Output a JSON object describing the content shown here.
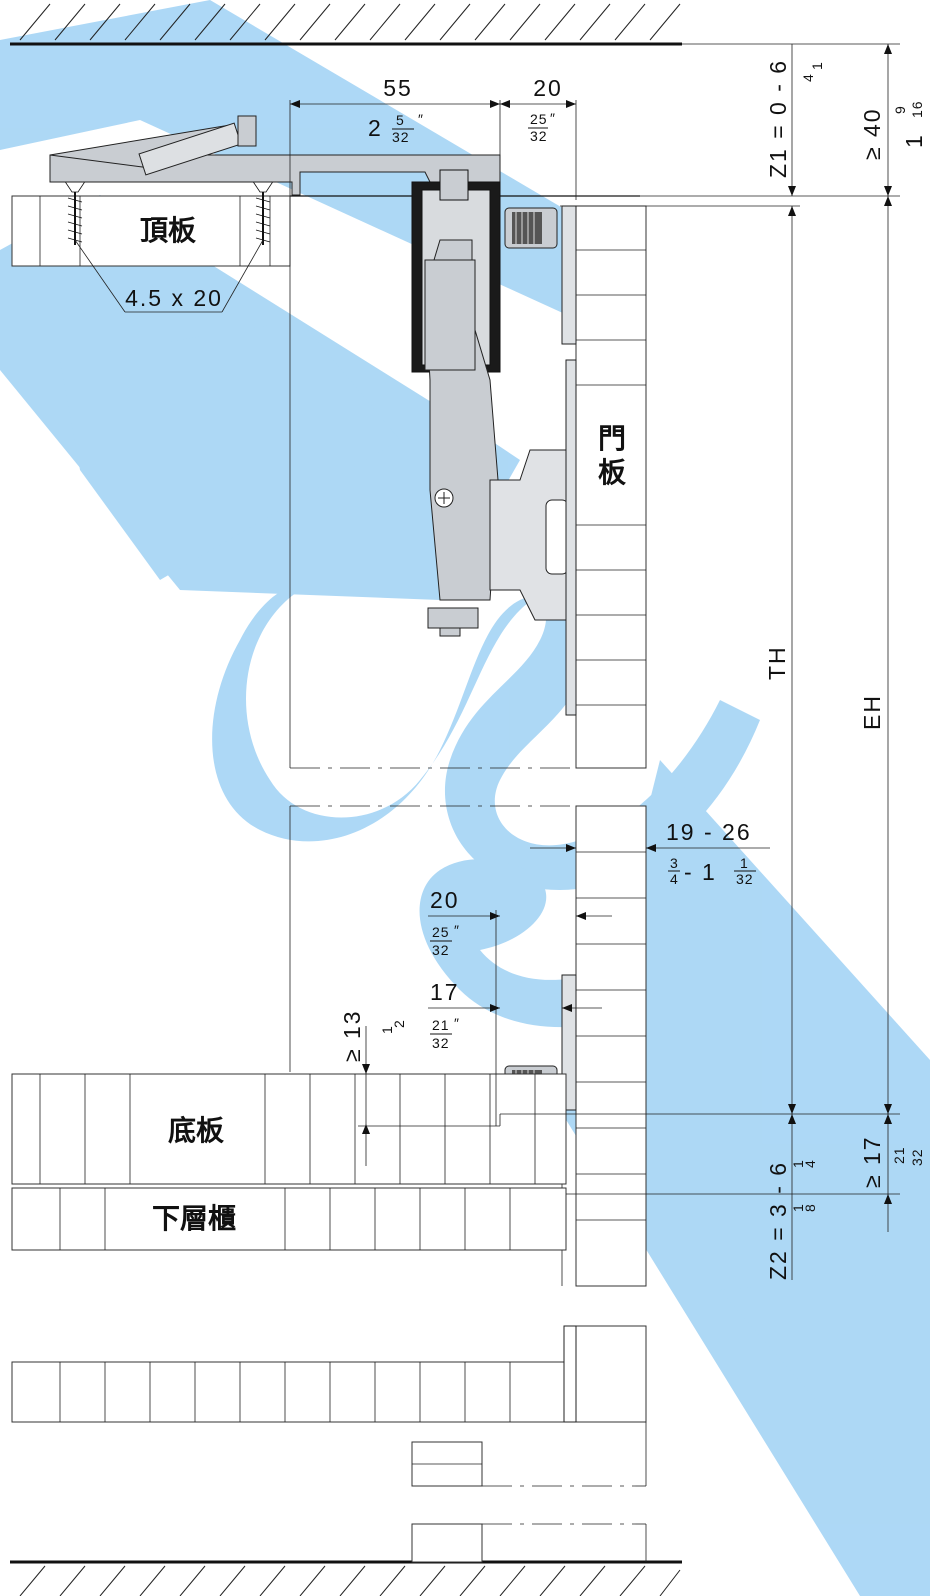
{
  "labels": {
    "top_panel": "頂板",
    "door_panel_line1": "門",
    "door_panel_line2": "板",
    "bottom_panel": "底板",
    "lower_cabinet": "下層櫃",
    "screw": "4.5 x 20"
  },
  "dimensions": {
    "d55": "55",
    "d55_inch_whole": "2",
    "d55_inch_num": "5",
    "d55_inch_den": "32",
    "d20_top": "20",
    "d20_top_inch_num": "25",
    "d20_top_inch_den": "32",
    "z1": "Z1 = 0 - 6",
    "z1_inch_num": "1",
    "z1_inch_den": "4",
    "ge40": "≥ 40",
    "ge40_inch_whole": "1",
    "ge40_inch_num": "9",
    "ge40_inch_den": "16",
    "th": "TH",
    "eh": "EH",
    "d19_26": "19 - 26",
    "d19_26_inch_a_num": "3",
    "d19_26_inch_a_den": "4",
    "d19_26_inch_b_whole": "- 1",
    "d19_26_inch_b_num": "1",
    "d19_26_inch_b_den": "32",
    "d20_mid": "20",
    "d20_mid_inch_num": "25",
    "d20_mid_inch_den": "32",
    "d17": "17",
    "d17_inch_num": "21",
    "d17_inch_den": "32",
    "ge13": "≥ 13",
    "ge13_inch_num": "1",
    "ge13_inch_den": "2",
    "z2": "Z2 = 3 - 6",
    "z2_inch_a_num": "1",
    "z2_inch_a_den": "8",
    "z2_inch_b_num": "1",
    "z2_inch_b_den": "4",
    "ge17": "≥ 17",
    "ge17_inch_num": "21",
    "ge17_inch_den": "32"
  },
  "colors": {
    "watermark": "#a9d6f5",
    "hardware": "#c9cdd2",
    "hardware_dark": "#1a1a1a",
    "line": "#111111"
  },
  "watermark": {
    "description_icon": "logo-watermark"
  }
}
